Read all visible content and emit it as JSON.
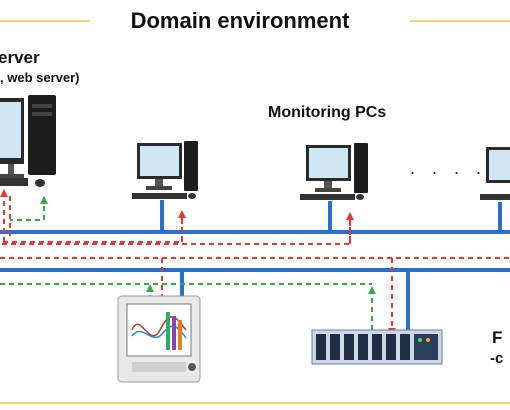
{
  "header": {
    "title": "Domain environment"
  },
  "server": {
    "title": "erver",
    "subtitle": ", web server)"
  },
  "monitoring": {
    "label": "Monitoring PCs",
    "ellipsis": ". . . ."
  },
  "right_label": {
    "title": "F",
    "subtitle": "-c"
  },
  "colors": {
    "frame_line": "#f3d67a",
    "network_blue": "#2a6fd0",
    "arrow_red": "#e23a32",
    "arrow_green": "#3aa84a"
  }
}
